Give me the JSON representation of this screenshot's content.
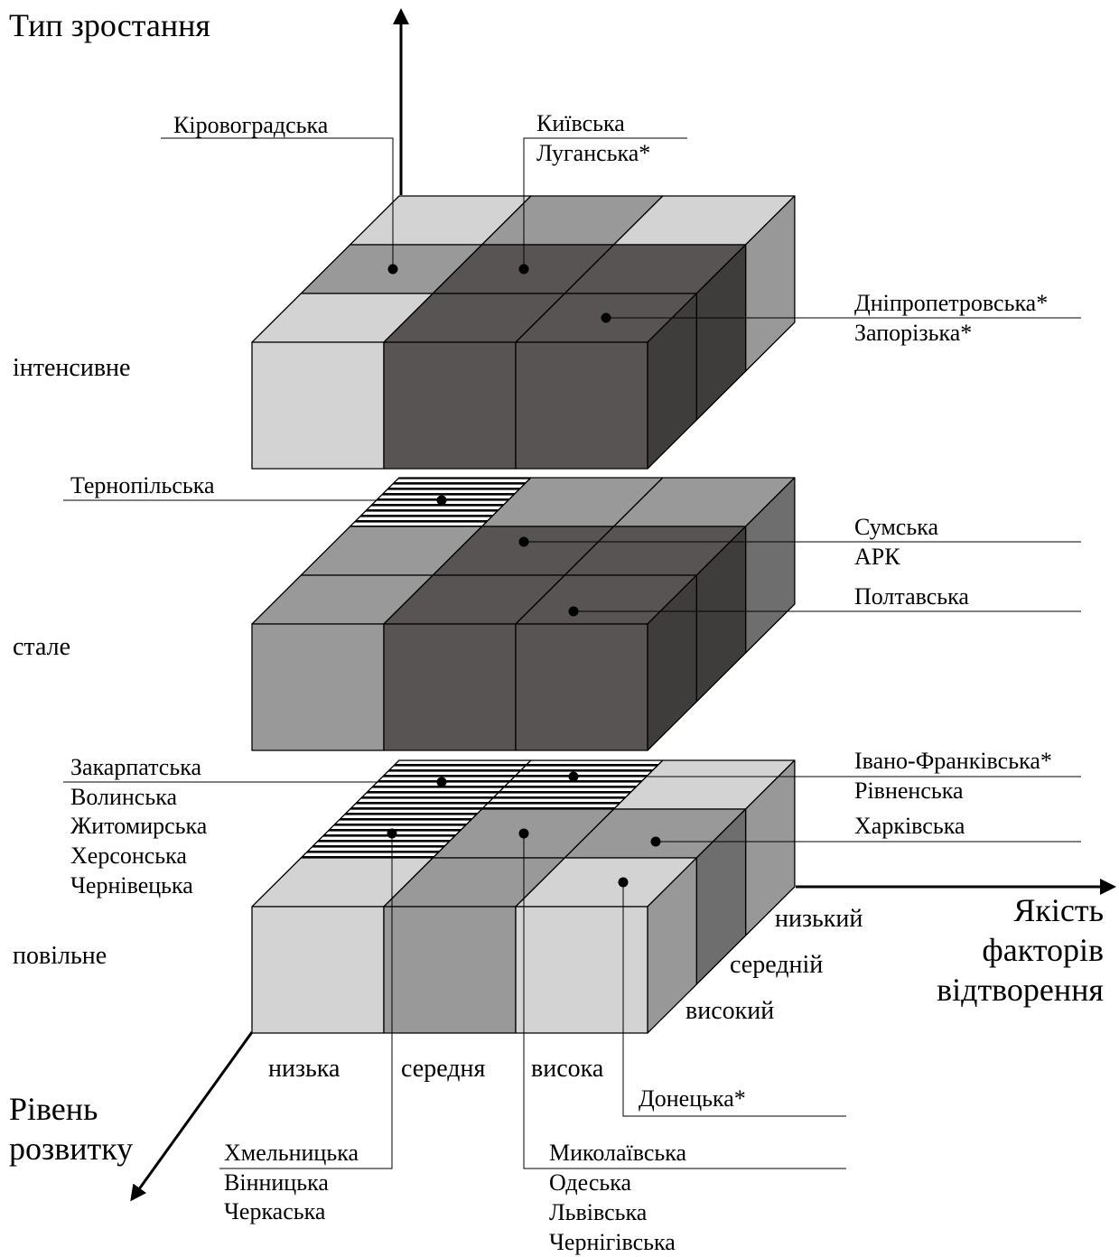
{
  "axes": {
    "vertical_title": "Тип зростання",
    "right_title": [
      "Якість",
      "факторів",
      "відтворення"
    ],
    "left_title": [
      "Рівень",
      "розвитку"
    ]
  },
  "levels": [
    "інтенсивне",
    "стале",
    "повільне"
  ],
  "front_categories": [
    "низька",
    "середня",
    "висока"
  ],
  "depth_categories": [
    "високий",
    "середній",
    "низький"
  ],
  "regions": {
    "kirovohradska": [
      "Кіровоградська"
    ],
    "kyivska_luhanska": [
      "Київська",
      "Луганська*"
    ],
    "dnipro_zaporizka": [
      "Дніпропетровська*",
      "Запорізька*"
    ],
    "ternopilska": [
      "Тернопільська"
    ],
    "sumska_ark": [
      "Сумська",
      "АРК"
    ],
    "poltavska": [
      "Полтавська"
    ],
    "zakarpatska_group": [
      "Закарпатська",
      "Волинська",
      "Житомирська",
      "Херсонська",
      "Чернівецька"
    ],
    "ivano_rivne": [
      "Івано-Франківська*",
      "Рівненська"
    ],
    "kharkivska": [
      "Харківська"
    ],
    "donetska": [
      "Донецька*"
    ],
    "khmelnytska_group": [
      "Хмельницька",
      "Вінницька",
      "Черкаська"
    ],
    "mykolaivska_group": [
      "Миколаївська",
      "Одеська",
      "Львівська",
      "Чернігівська"
    ]
  },
  "colors": {
    "light": "#d4d3d4",
    "medium": "#9a999a",
    "dark": "#585454",
    "hatch_stripe": "#000000",
    "line": "#000000"
  }
}
